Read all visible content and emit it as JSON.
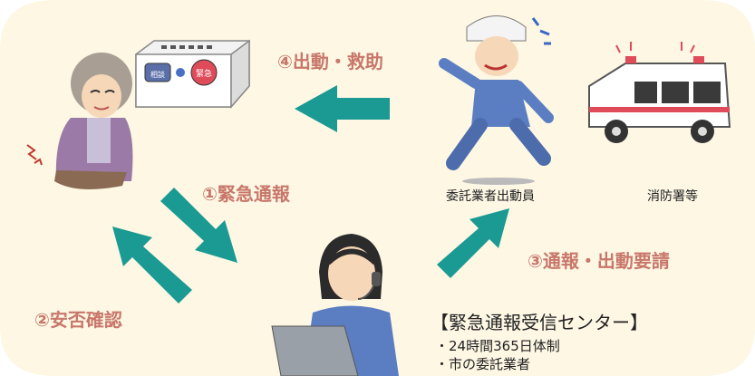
{
  "steps": {
    "s1": "①緊急通報",
    "s2": "②安否確認",
    "s3": "③通報・出動要請",
    "s4": "④出動・救助"
  },
  "device": {
    "button_left": "相談",
    "button_right": "緊急"
  },
  "roles": {
    "worker": "委託業者出動員",
    "fire_dept": "消防署等"
  },
  "center": {
    "title": "【緊急通報受信センター】",
    "bullets": [
      "24時間365日体制",
      "市の委託業者"
    ]
  },
  "colors": {
    "background_blob": "#fdf7e4",
    "arrow": "#1a9a93",
    "step_text": "#c8776a"
  },
  "icons": [
    "elderly-woman-icon",
    "emergency-alarm-device-icon",
    "running-worker-icon",
    "ambulance-icon",
    "operator-headset-icon"
  ]
}
